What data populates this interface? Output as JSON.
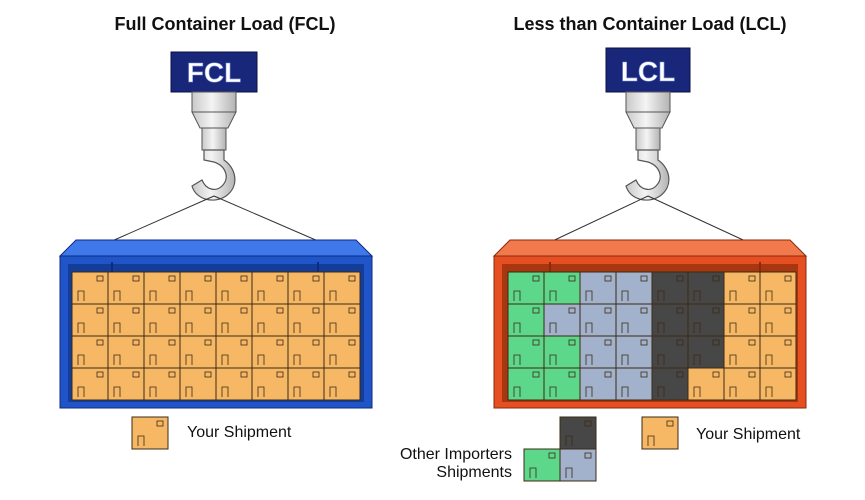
{
  "colors": {
    "your_shipment": "#f7b865",
    "other_green": "#5dd78a",
    "other_gray": "#a2b2cc",
    "other_dark": "#474747",
    "fcl_container": "#1f55c9",
    "lcl_container": "#e64f22",
    "sign_blue": "#18277a"
  },
  "fcl": {
    "title": "Full Container Load (FCL)",
    "sign_text": "FCL",
    "legend_label": "Your Shipment"
  },
  "lcl": {
    "title": "Less than Container Load (LCL)",
    "sign_text": "LCL",
    "legend_your_label": "Your Shipment",
    "legend_others_line1": "Other Importers",
    "legend_others_line2": "Shipments",
    "box_grid_codes": [
      "GGOOKKYY",
      "GOOOKKYY",
      "GGOOKKYY",
      "GGOOKYYY"
    ]
  }
}
